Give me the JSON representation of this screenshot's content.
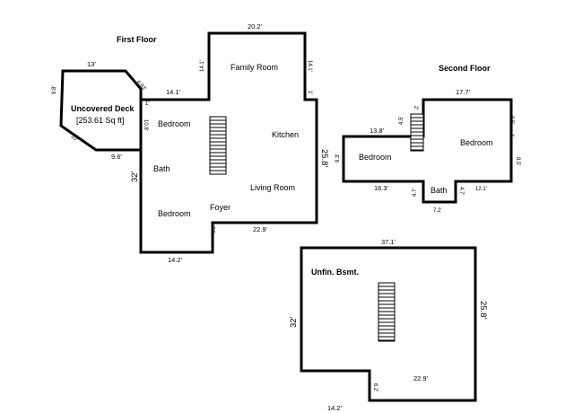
{
  "floors": {
    "first": "First Floor",
    "second": "Second Floor"
  },
  "deck": {
    "title": "Uncovered Deck",
    "area": "[253.61 Sq ft]",
    "dims": [
      "13'",
      "6.83'",
      "9.8'",
      "10'",
      "9.6'",
      "14.1'"
    ]
  },
  "first_floor": {
    "rooms": [
      "Family Room",
      "Bedroom",
      "Kitchen",
      "Bath",
      "Living Room",
      "Bedroom",
      "Foyer"
    ],
    "dims": {
      "top": "20.2'",
      "family_left": "14.1'",
      "family_right": "14.1'",
      "notch_small": "1'",
      "left_small": "1'",
      "left_mid": "10.8'",
      "left_side": "32'",
      "right_side": "25.8'",
      "bottom_right": "22.9'",
      "step": "6.2'",
      "bottom_left": "14.2'"
    }
  },
  "second_floor": {
    "rooms": [
      "Bedroom",
      "Bedroom",
      "Bath"
    ],
    "dims": {
      "top": "17.7'",
      "stair_top": "2'",
      "stair_side": "4.5'",
      "right_upper": "8.5'",
      "right_small": "1'",
      "right_lower": "8.5'",
      "left_top": "13.8'",
      "left_side": "9.3'",
      "bottom_left": "16.3'",
      "bath_left": "4.7'",
      "bath_right": "4.7'",
      "bath_bottom": "7.2'",
      "bottom_right": "12.1'"
    }
  },
  "basement": {
    "room": "Unfin. Bsmt.",
    "dims": {
      "top": "37.1'",
      "left": "32'",
      "right": "25.8'",
      "bottom_right": "22.9'",
      "step": "6.2'",
      "bottom_left": "14.2'"
    }
  }
}
